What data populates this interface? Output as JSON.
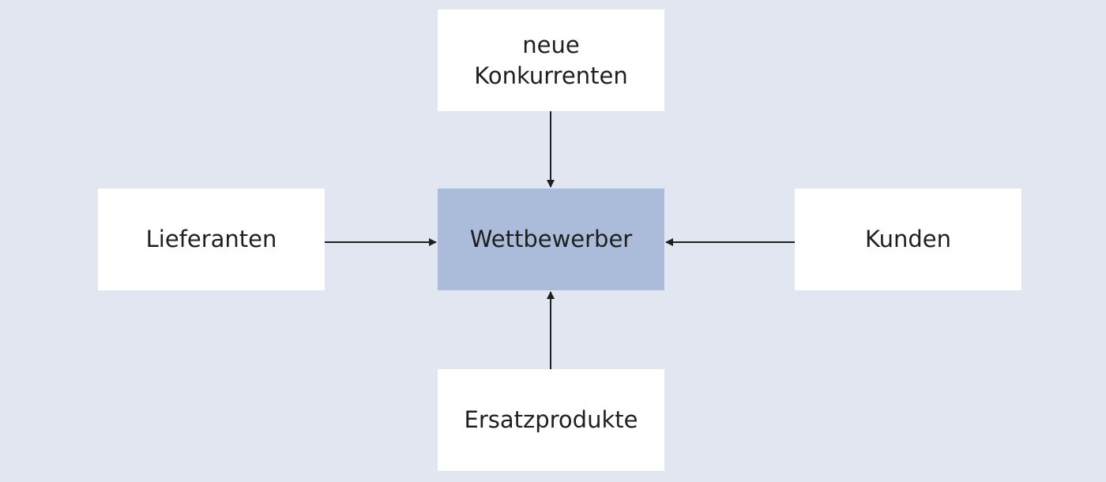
{
  "diagram": {
    "center": {
      "label": "Wettbewerber",
      "color": "#abbcda"
    },
    "top": {
      "label": "neue\nKonkurrenten"
    },
    "left": {
      "label": "Lieferanten"
    },
    "right": {
      "label": "Kunden"
    },
    "bottom": {
      "label": "Ersatzprodukte"
    },
    "background_color": "#e2e6f0",
    "arrow_color": "#1f1f1f"
  }
}
